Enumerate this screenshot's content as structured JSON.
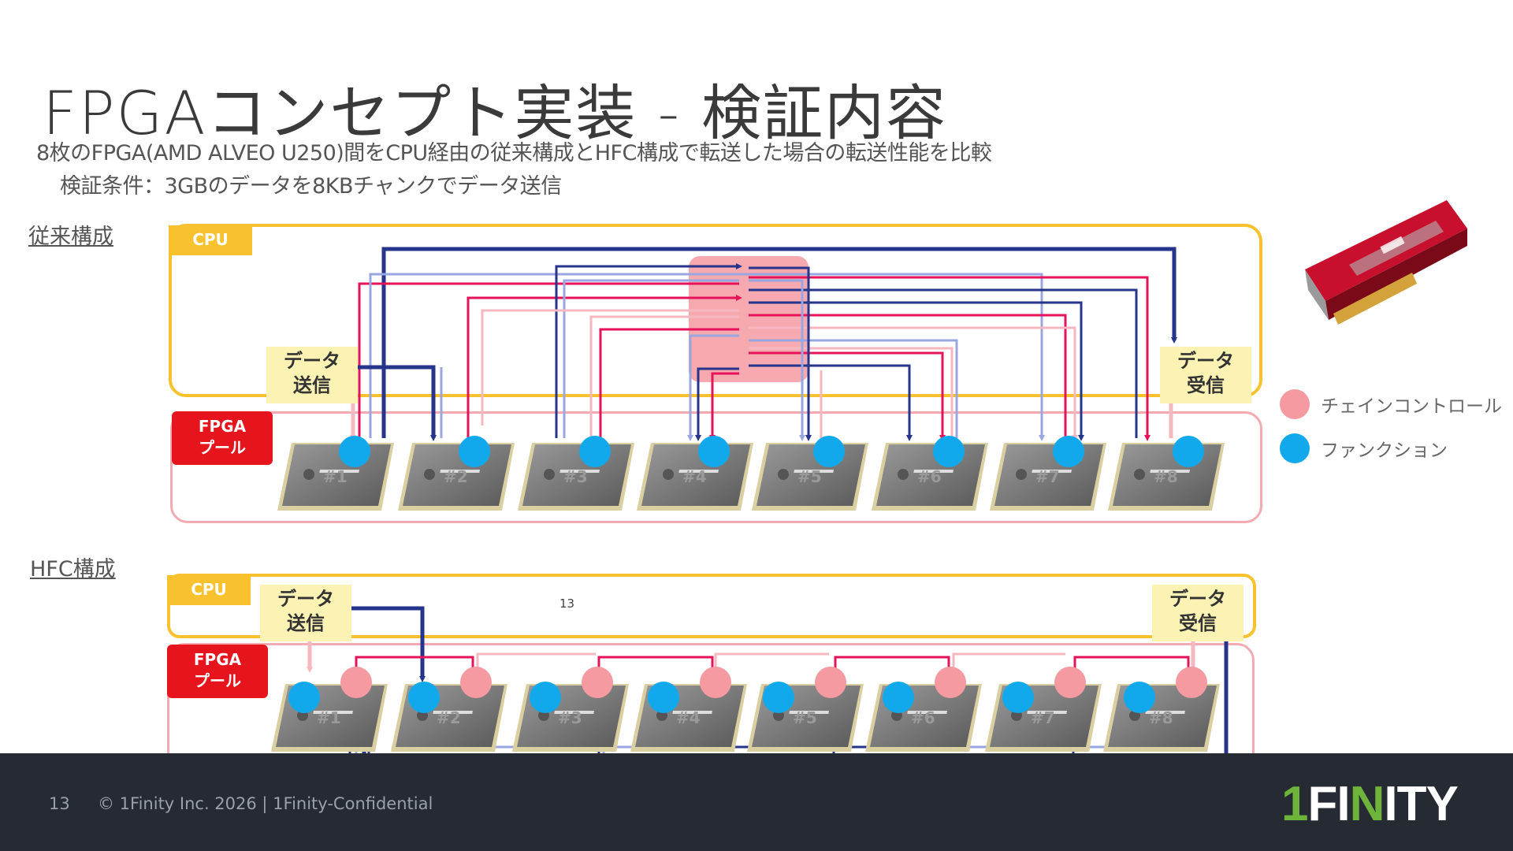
{
  "slide": {
    "title": "FPGAコンセプト実装 - 検証内容",
    "subtitle": "8枚のFPGA(AMD ALVEO U250)間をCPU経由の従来構成とHFC構成で転送した場合の転送性能を比較",
    "condition": "検証条件：3GBのデータを8KBチャンクでデータ送信",
    "center_number": "13"
  },
  "sections": {
    "conventional": {
      "label": "従来構成",
      "cpu_tag": "CPU",
      "fpga_tag": "FPGA\nプール",
      "send_note": "データ\n送信",
      "recv_note": "データ\n受信",
      "chips": [
        "#1",
        "#2",
        "#3",
        "#4",
        "#5",
        "#6",
        "#7",
        "#8"
      ]
    },
    "hfc": {
      "label": "HFC構成",
      "cpu_tag": "CPU",
      "fpga_tag": "FPGA\nプール",
      "send_note": "データ\n送信",
      "recv_note": "データ\n受信",
      "chips": [
        "#1",
        "#2",
        "#3",
        "#4",
        "#5",
        "#6",
        "#7",
        "#8"
      ]
    }
  },
  "legend": {
    "chain_control": "チェインコントロール",
    "function": "ファンクション"
  },
  "colors": {
    "cpu_border": "#f7c22e",
    "fpga_border": "#f3aab0",
    "fpga_tag": "#e6141c",
    "chain_control": "#f49aa0",
    "function": "#12a9ec",
    "arrow_dark": "#27348b",
    "arrow_light": "#9aa6e0",
    "arrow_red": "#e5145a",
    "arrow_pink": "#f5b8c0"
  },
  "footer": {
    "page": "13",
    "copyright": "© 1Finity Inc. 2026 | 1Finity-Confidential",
    "logo_one": "1",
    "logo_fi": "FI",
    "logo_n": "N",
    "logo_rest": "ITY"
  }
}
